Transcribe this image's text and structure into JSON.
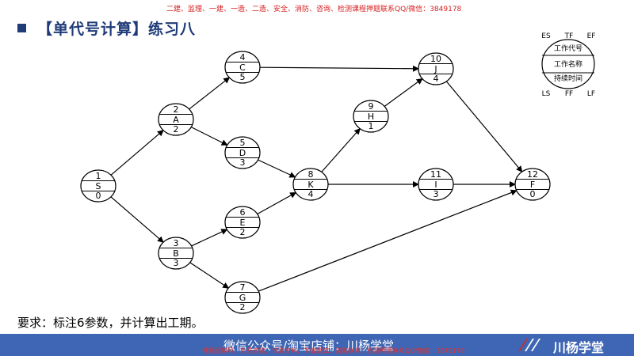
{
  "banner": "二建、监理、一建、一造、二造、安全、消防、咨询、检测课程押题联系QQ/微信：3849178",
  "title": "【单代号计算】练习八",
  "nodes": [
    {
      "id": "S",
      "code": "1",
      "name": "S",
      "duration": "0"
    },
    {
      "id": "A",
      "code": "2",
      "name": "A",
      "duration": "2"
    },
    {
      "id": "B",
      "code": "3",
      "name": "B",
      "duration": "3"
    },
    {
      "id": "C",
      "code": "4",
      "name": "C",
      "duration": "5"
    },
    {
      "id": "D",
      "code": "5",
      "name": "D",
      "duration": "3"
    },
    {
      "id": "E",
      "code": "6",
      "name": "E",
      "duration": "2"
    },
    {
      "id": "G",
      "code": "7",
      "name": "G",
      "duration": "2"
    },
    {
      "id": "K",
      "code": "8",
      "name": "K",
      "duration": "4"
    },
    {
      "id": "H",
      "code": "9",
      "name": "H",
      "duration": "1"
    },
    {
      "id": "J",
      "code": "10",
      "name": "J",
      "duration": "4"
    },
    {
      "id": "I",
      "code": "11",
      "name": "I",
      "duration": "3"
    },
    {
      "id": "F",
      "code": "12",
      "name": "F",
      "duration": "0"
    }
  ],
  "arrows": [
    [
      "S",
      "A"
    ],
    [
      "S",
      "B"
    ],
    [
      "A",
      "C"
    ],
    [
      "A",
      "D"
    ],
    [
      "B",
      "E"
    ],
    [
      "B",
      "G"
    ],
    [
      "C",
      "J"
    ],
    [
      "D",
      "K"
    ],
    [
      "E",
      "K"
    ],
    [
      "K",
      "H"
    ],
    [
      "K",
      "I"
    ],
    [
      "H",
      "J"
    ],
    [
      "J",
      "F"
    ],
    [
      "I",
      "F"
    ],
    [
      "G",
      "F"
    ]
  ],
  "legend": {
    "es": "ES",
    "tf": "TF",
    "ef": "EF",
    "ls": "LS",
    "ff": "FF",
    "lf": "LF",
    "code": "工作代号",
    "name": "工作名称",
    "duration": "持续时间"
  },
  "requirement": "要求：标注6参数，并计算出工期。",
  "footer": {
    "text": "微信公众号/淘宝店铺：川杨学堂",
    "brand": "川杨学堂",
    "red": "押题授辅导、免费咨询、领取资料、下载题库、咨询联系：检测押题联系QQ/微信：3849178"
  }
}
